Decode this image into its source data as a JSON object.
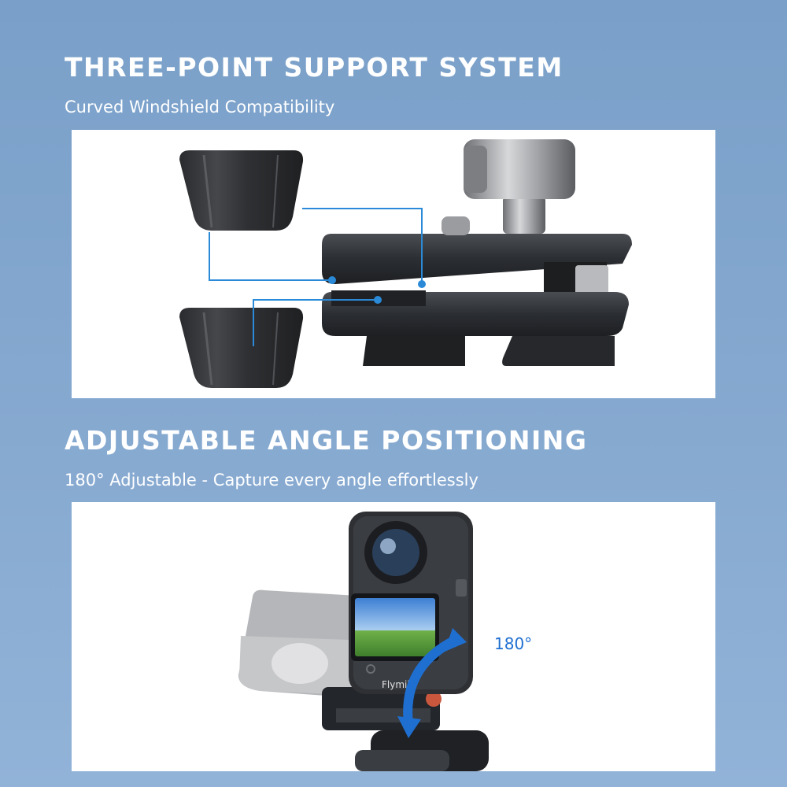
{
  "section_support": {
    "title": "THREE-POINT SUPPORT SYSTEM",
    "subtitle": "Curved Windshield Compatibility"
  },
  "section_angle": {
    "title": "ADJUSTABLE ANGLE POSITIONING",
    "subtitle": "180° Adjustable - Capture every angle effortlessly",
    "rotation_label": "180°",
    "brand_text": "Flymile"
  },
  "colors": {
    "background": "#7aa0c9",
    "callout_line": "#2a8ad8",
    "arrow": "#1f6fd1",
    "mount_metal": "#2b2e33"
  },
  "icons": [
    "rubber-pad-icon",
    "knob-icon",
    "clamp-mount-icon",
    "camera-icon",
    "rotation-arrow-icon"
  ]
}
